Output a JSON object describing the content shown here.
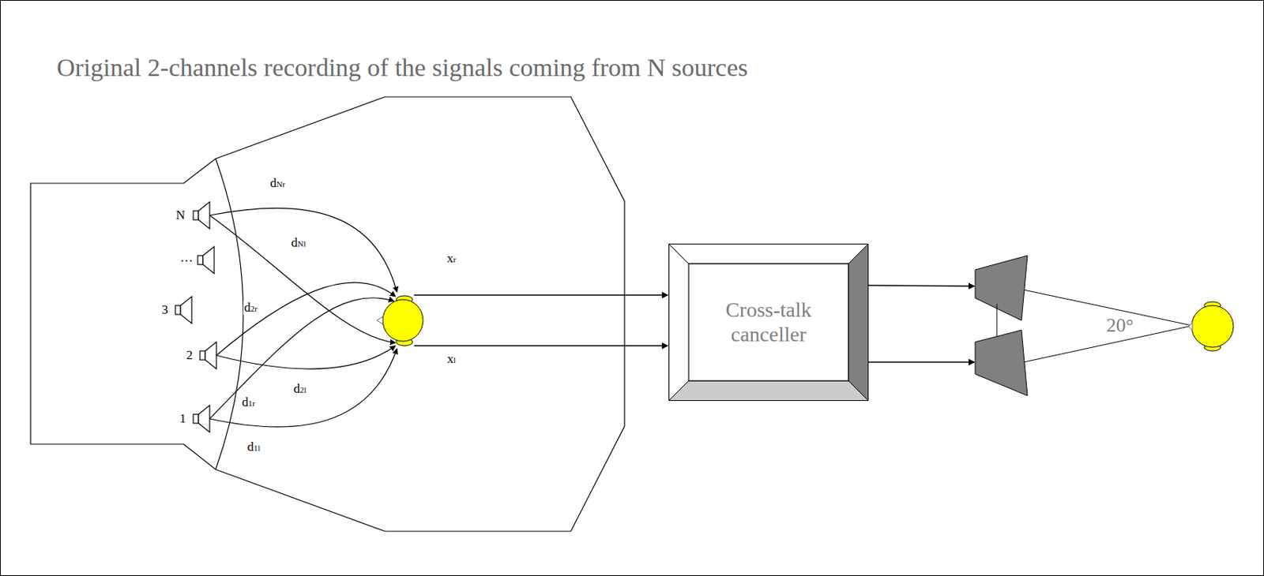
{
  "diagram": {
    "title": "Original 2-channels recording of the signals coming from N sources",
    "nodes": [
      {
        "text": [
          "Cross-talk canceller"
        ]
      }
    ],
    "labels": [
      "N",
      "…",
      "3",
      "2",
      "1",
      "dNr",
      "dNl",
      "d2r",
      "d2l",
      "d1r",
      "d1l",
      "xr",
      "xl",
      "20°"
    ]
  }
}
